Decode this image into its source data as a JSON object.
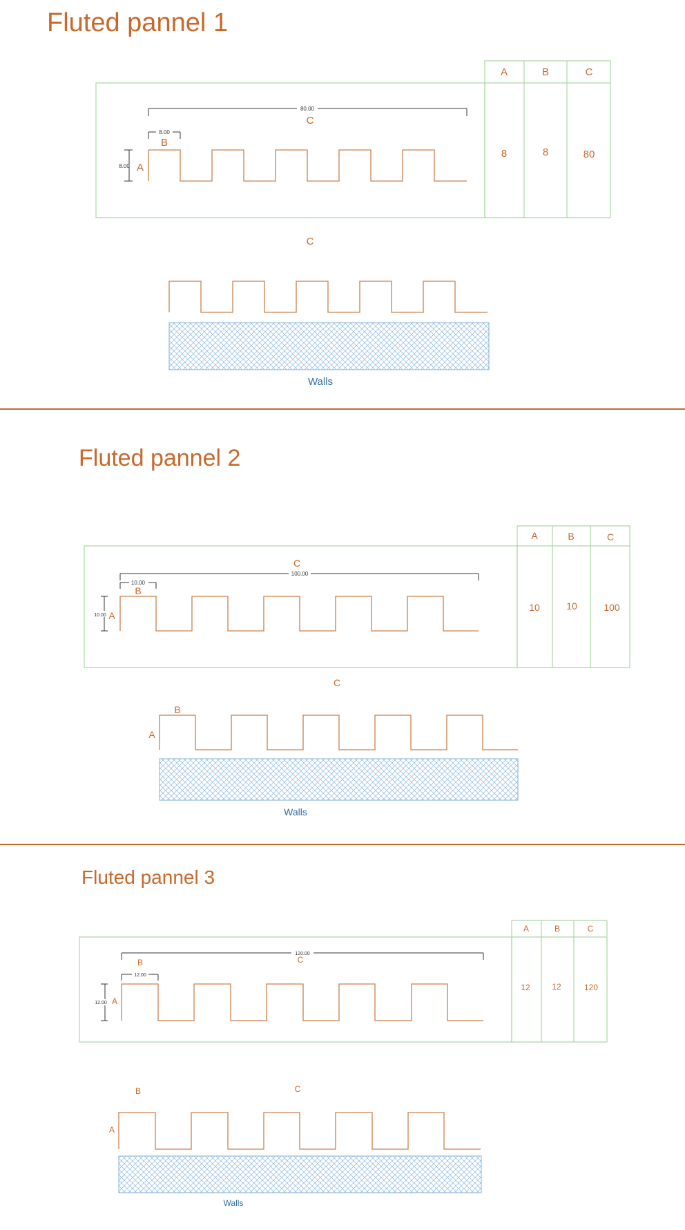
{
  "colors": {
    "title": "#c8692b",
    "profile": "#cc7f4a",
    "label": "#c8692b",
    "frame": "#a9d8a3",
    "dimension": "#333333",
    "wall_hatch": "#7faedb",
    "wall_label": "#2e6fa5",
    "divider": "#c8692b"
  },
  "wall_label": "Walls",
  "table_headers": [
    "A",
    "B",
    "C"
  ],
  "letters": {
    "a": "A",
    "b": "B",
    "c": "C"
  },
  "panels": [
    {
      "title": "Fluted pannel  1",
      "dim_a": "8.00",
      "dim_b": "8.00",
      "dim_c": "80.00",
      "values": [
        "8",
        "8",
        "80"
      ]
    },
    {
      "title": "Fluted pannel  2",
      "dim_a": "10.00",
      "dim_b": "10.00",
      "dim_c": "100.00",
      "values": [
        "10",
        "10",
        "100"
      ]
    },
    {
      "title": "Fluted pannel  3",
      "dim_a": "12.00",
      "dim_b": "12.00",
      "dim_c": "120.00",
      "values": [
        "12",
        "12",
        "120"
      ]
    }
  ]
}
